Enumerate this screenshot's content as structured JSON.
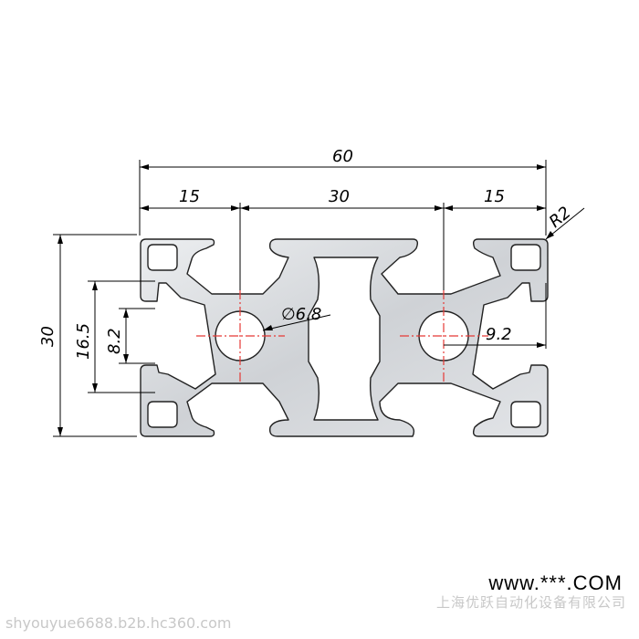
{
  "dimensions": {
    "overall_width": "60",
    "left_segment": "15",
    "middle_segment": "30",
    "right_segment": "15",
    "height": "30",
    "slot_outer": "16.5",
    "slot_opening": "8.2",
    "hole_diameter": "∅6.8",
    "hole_offset": "9.2",
    "corner_radius": "R2"
  },
  "watermark": {
    "company": "上海优跃自动化设备有限公司",
    "url": "shyouyue6688.b2b.hc360.com",
    "site": "www.***.COM"
  },
  "colors": {
    "profile_fill": "#d6d8db",
    "profile_stroke": "#222222",
    "center_lines": "#e53935"
  }
}
